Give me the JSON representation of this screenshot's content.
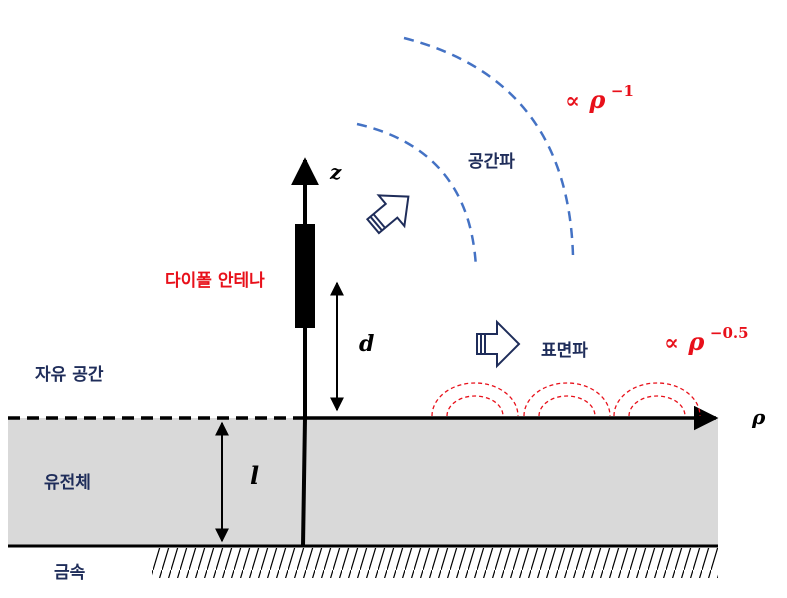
{
  "labels": {
    "free_space": "자유 공간",
    "dielectric": "유전체",
    "metal": "금속",
    "dipole_antenna": "다이폴 안테나",
    "space_wave": "공간파",
    "surface_wave": "표면파",
    "z_axis": "z",
    "rho_axis": "ρ",
    "height_d": "d",
    "thickness_l": "l",
    "space_wave_prop": "∝",
    "space_wave_base": "ρ",
    "space_wave_exp": "−1",
    "surface_wave_prop": "∝",
    "surface_wave_base": "ρ",
    "surface_wave_exp": "−0.5"
  },
  "colors": {
    "dielectric_fill": "#d9d9d9",
    "space_wave_arc": "#4472c4",
    "surface_wave_arc": "#e8101a",
    "arrow_outline": "#1f2d5a",
    "label_navy": "#1f2d5a",
    "label_red": "#e8101a"
  }
}
